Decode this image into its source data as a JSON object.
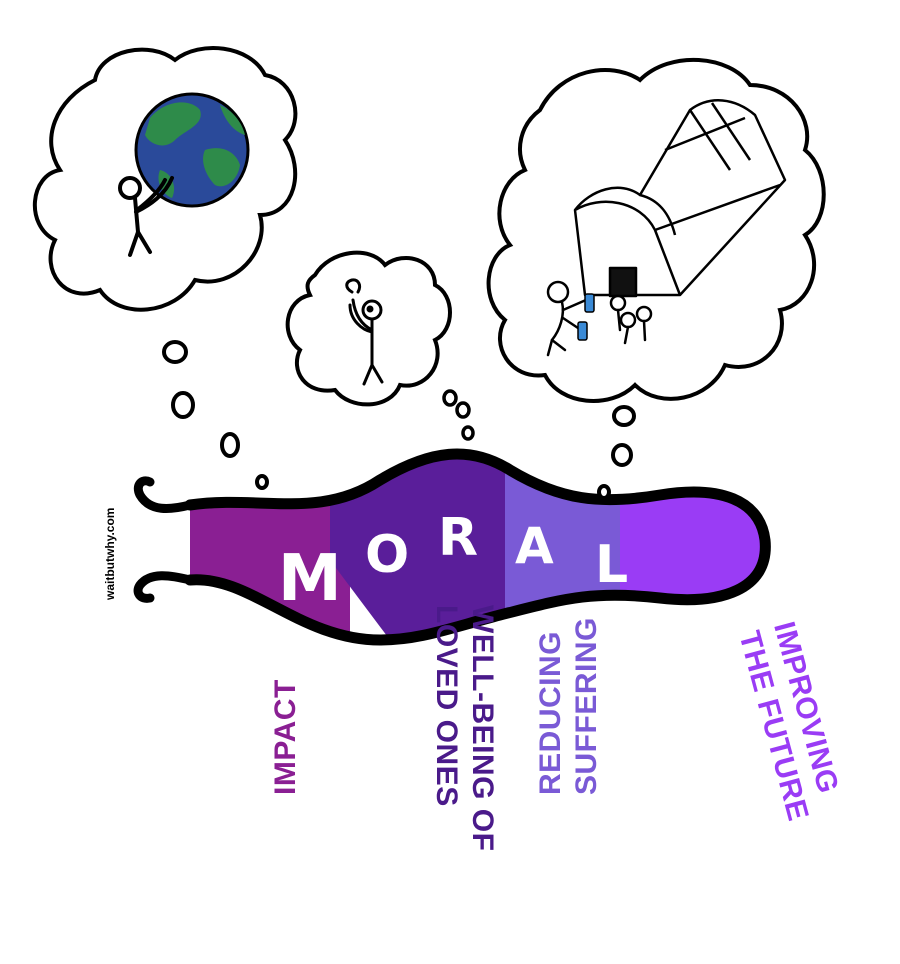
{
  "word_letters": [
    "M",
    "O",
    "R",
    "A",
    "L"
  ],
  "labels": {
    "impact": "IMPACT",
    "loved_ones_line1": "WELL-BEING OF",
    "loved_ones_line2": "LOVED ONES",
    "suffering_line1": "REDUCING",
    "suffering_line2": "SUFFERING",
    "future_line1": "IMPROVING",
    "future_line2": "THE FUTURE"
  },
  "watermark": "waitbutwhy.com",
  "colors": {
    "impact": "#8a1f93",
    "loved_ones": "#5a1e9a",
    "suffering": "#7a5ad6",
    "future": "#9a3cf5",
    "ocean": "#2a4a9a",
    "land": "#2e8b4a",
    "water_bottle": "#3a8ad6"
  },
  "icons": [
    "globe-icon",
    "stick-figure-icon",
    "tent-icon",
    "thought-bubble-icon"
  ]
}
